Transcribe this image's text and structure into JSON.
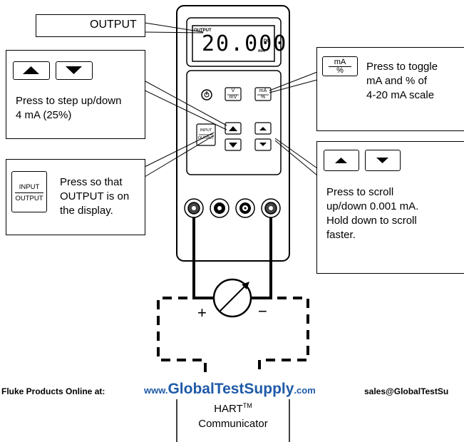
{
  "callouts": {
    "output": "OUTPUT",
    "step": {
      "line1": "Press to step up/down",
      "line2": "4 mA (25%)"
    },
    "toggle": {
      "key_top": "mA",
      "key_bottom": "%",
      "line1": "Press to toggle",
      "line2": "mA and % of",
      "line3": "4-20 mA scale"
    },
    "select": {
      "key_top": "INPUT",
      "key_bottom": "OUTPUT",
      "line1": "Press so that",
      "line2": "OUTPUT is on",
      "line3": "the display."
    },
    "scroll": {
      "line1": "Press to scroll",
      "line2": "up/down 0.001 mA.",
      "line3": "Hold down to scroll",
      "line4": "faster."
    }
  },
  "device": {
    "display_mode": "OUTPUT",
    "display_value": "20.000",
    "display_unit": "mA",
    "display_dc": "DC",
    "key_v_top": "V",
    "key_v_bottom": "mV",
    "key_ma_top": "mA",
    "key_ma_bottom": "%",
    "key_io_top": "INPUT",
    "key_io_bottom": "OUTPUT"
  },
  "loop": {
    "plus": "+",
    "minus": "−"
  },
  "hart": {
    "line1": "HART",
    "tm": "TM",
    "line2": "Communicator"
  },
  "footer": {
    "left": "Fluke Products Online at:",
    "www": "www.",
    "site": "GlobalTestSupply",
    "com": ".com",
    "email": "sales@GlobalTestSu"
  }
}
